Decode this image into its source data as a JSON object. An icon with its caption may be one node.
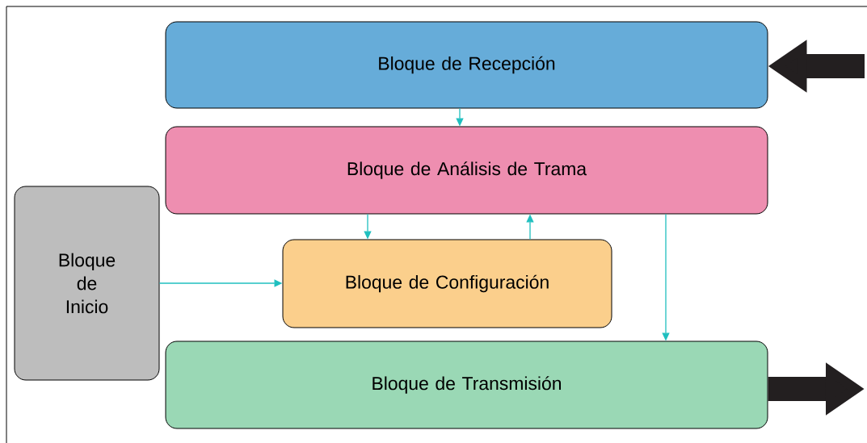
{
  "diagram": {
    "nodes": [
      {
        "text": [
          "Bloque de Recepción"
        ]
      },
      {
        "text": [
          "Bloque de Análisis de Trama"
        ]
      },
      {
        "text": [
          "Bloque de Inicio"
        ]
      },
      {
        "text": [
          "Bloque de Configuración"
        ]
      },
      {
        "text": [
          "Bloque de Transmisión"
        ]
      }
    ],
    "edges": [
      {
        "from": 0,
        "to": 1,
        "arrow": "to"
      },
      {
        "from": 1,
        "to": 3,
        "arrow": "to"
      },
      {
        "from": 3,
        "to": 1,
        "arrow": "to"
      },
      {
        "from": 2,
        "to": 3,
        "arrow": "to"
      },
      {
        "from": 1,
        "to": 4,
        "arrow": "to"
      },
      {
        "from": null,
        "to": 0,
        "arrow": "to",
        "style": "thick",
        "color": "#231f20"
      },
      {
        "from": 4,
        "to": null,
        "arrow": "to",
        "style": "thick",
        "color": "#231f20"
      }
    ]
  }
}
